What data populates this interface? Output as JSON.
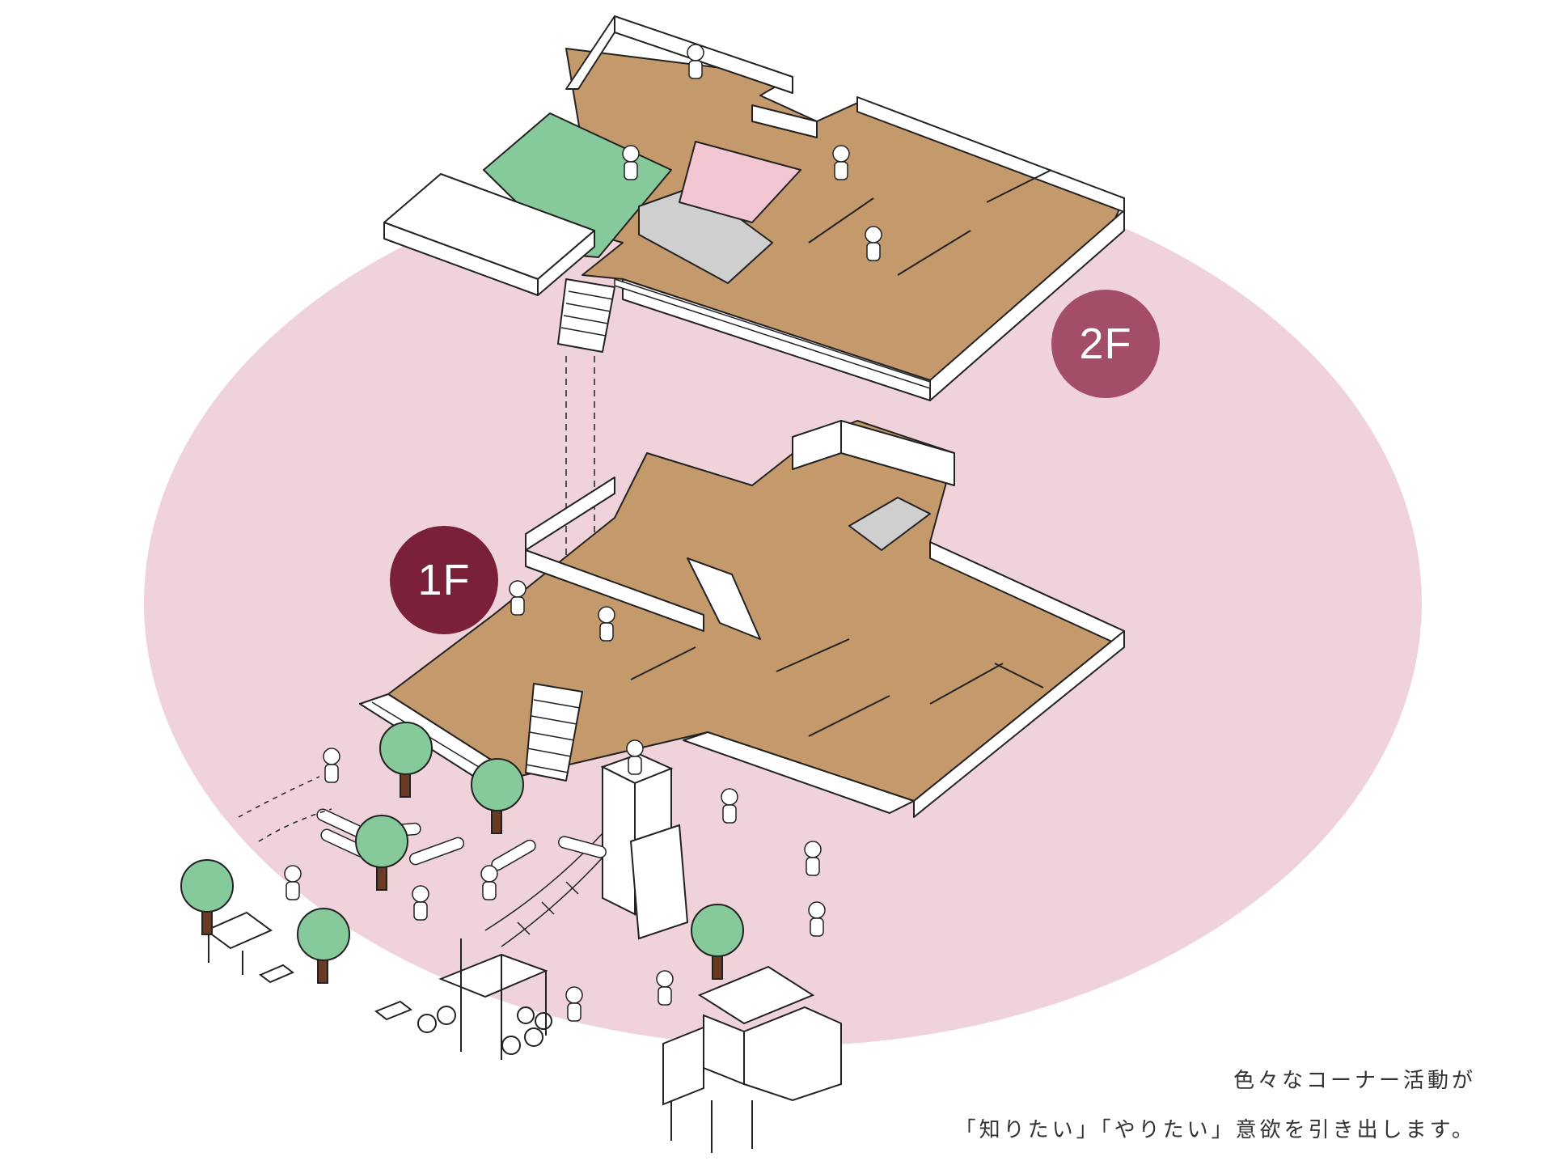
{
  "floors": {
    "upper": {
      "label": "2F"
    },
    "lower": {
      "label": "1F"
    }
  },
  "caption": {
    "line1": "色々なコーナー活動が",
    "line2": "「知りたい」「やりたい」意欲を引き出します。"
  },
  "colors": {
    "background_ellipse": "#f0d3da",
    "wood_floor": "#c49a6c",
    "wall": "#ffffff",
    "outline": "#222222",
    "rooftop_green": "#86c99a",
    "gray_area": "#cfcfcf",
    "pink_court": "#f2c6d3",
    "badge_2f": "#a44d66",
    "badge_1f": "#7a2039",
    "tree_leaf": "#86c99a",
    "tree_trunk": "#6b3a22"
  },
  "icons": [
    "tree-icon",
    "child-figure-icon",
    "bicycle-icon",
    "bench-icon",
    "playhouse-icon",
    "stairs-icon"
  ]
}
